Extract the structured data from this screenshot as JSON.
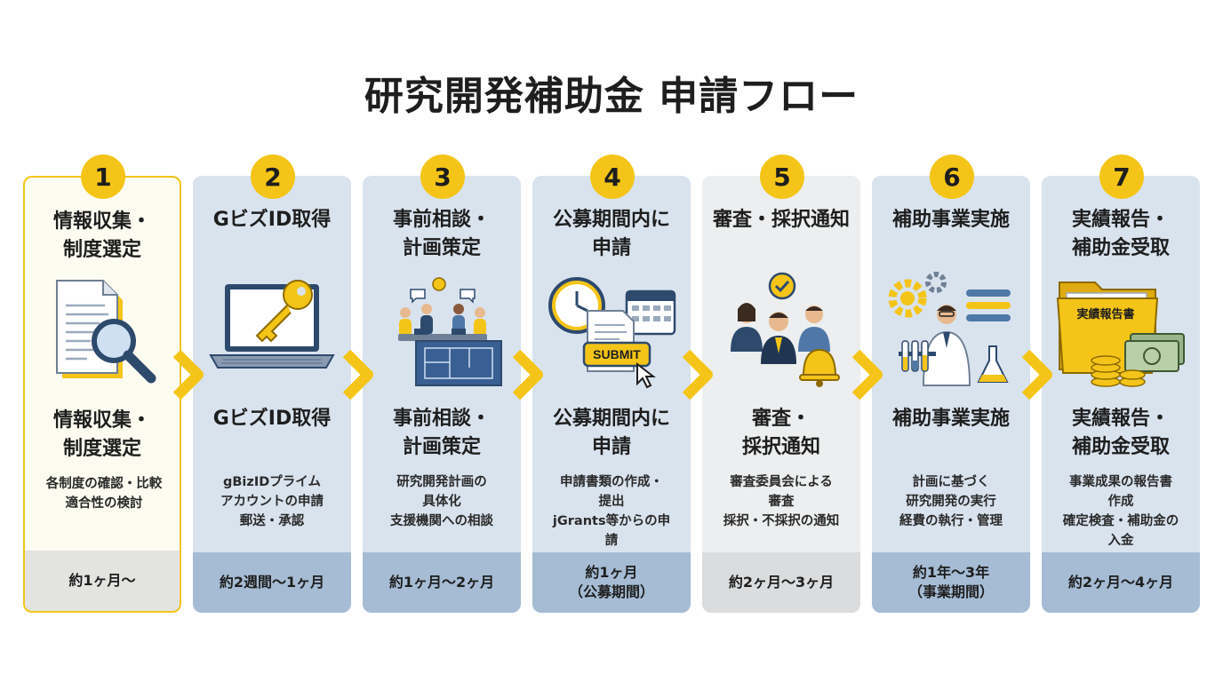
{
  "title": "研究開発補助金 申請フロー",
  "colors": {
    "accent": "#f4c518",
    "card_blue": "#d9e3ee",
    "foot_blue": "#a5bcd4",
    "card_gray": "#eceeef"
  },
  "steps": [
    {
      "number": "1",
      "heading": "情報収集・\n制度選定",
      "subheading": "情報収集・\n制度選定",
      "description": "各制度の確認・比較\n適合性の検討",
      "duration": "約1ヶ月〜",
      "icon": "document-magnifier-icon"
    },
    {
      "number": "2",
      "heading": "GビズID取得",
      "subheading": "GビズID取得",
      "description": "gBizIDプライム\nアカウントの申請\n郵送・承認",
      "duration": "約2週間〜1ヶ月",
      "icon": "laptop-key-icon"
    },
    {
      "number": "3",
      "heading": "事前相談・\n計画策定",
      "subheading": "事前相談・\n計画策定",
      "description": "研究開発計画の\n具体化\n支援機関への相談",
      "duration": "約1ヶ月〜2ヶ月",
      "icon": "meeting-blueprint-icon"
    },
    {
      "number": "4",
      "heading": "公募期間内に\n申請",
      "subheading": "公募期間内に\n申請",
      "description": "申請書類の作成・\n提出\njGrants等からの申\n請",
      "duration": "約1ヶ月\n（公募期間）",
      "icon": "submit-clock-icon",
      "icon_label": "SUBMIT"
    },
    {
      "number": "5",
      "heading": "審査・採択通知",
      "subheading": "審査・\n採択通知",
      "description": "審査委員会による\n審査\n採択・不採択の通知",
      "duration": "約2ヶ月〜3ヶ月",
      "icon": "reviewers-bell-icon"
    },
    {
      "number": "6",
      "heading": "補助事業実施",
      "subheading": "補助事業実施",
      "description": "計画に基づく\n研究開発の実行\n経費の執行・管理",
      "duration": "約1年〜3年\n（事業期間）",
      "icon": "scientist-gears-icon"
    },
    {
      "number": "7",
      "heading": "実績報告・\n補助金受取",
      "subheading": "実績報告・\n補助金受取",
      "description": "事業成果の報告書\n作成\n確定検査・補助金の\n入金",
      "duration": "約2ヶ月〜4ヶ月",
      "icon": "folder-coins-icon",
      "icon_label": "実績報告書"
    }
  ]
}
